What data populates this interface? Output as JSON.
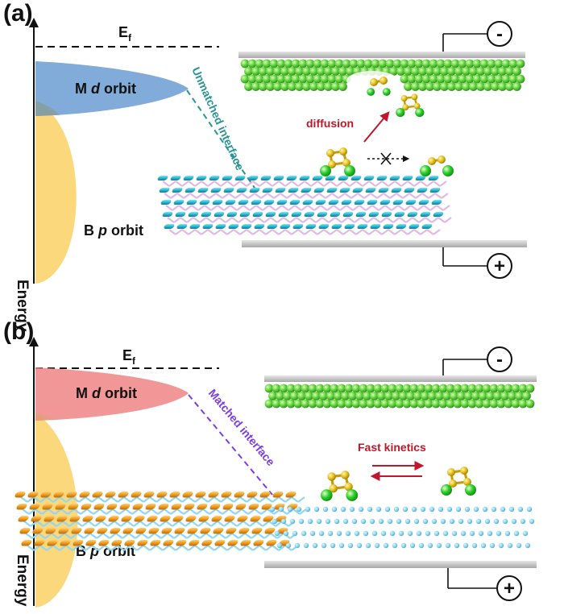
{
  "panels": [
    {
      "label": "(a)",
      "fermi_label": "E",
      "fermi_sub": "f",
      "d_orbit": {
        "prefix": "M ",
        "italic": "d",
        "suffix": " orbit",
        "color": "#6f9fd4"
      },
      "p_orbit": {
        "prefix": "B ",
        "italic": "p",
        "suffix": " orbit",
        "color": "#fbd46e"
      },
      "axis_label": "Energy",
      "interface_label": "Unmatched interface",
      "interface_color": "#2a9494",
      "annotation": "diffusion",
      "electrode_top_sign": "-",
      "electrode_bottom_sign": "+",
      "substrate": {
        "rod_color": "#27b6cf",
        "link_color": "#e2b8e6"
      }
    },
    {
      "label": "(b)",
      "fermi_label": "E",
      "fermi_sub": "f",
      "d_orbit": {
        "prefix": "M ",
        "italic": "d",
        "suffix": " orbit",
        "color": "#f08585"
      },
      "p_orbit": {
        "prefix": "B ",
        "italic": "p",
        "suffix": " orbit",
        "color": "#fbd46e"
      },
      "axis_label": "Energy",
      "interface_label": "Matched interface",
      "interface_color": "#7a3de6",
      "annotation": "Fast kinetics",
      "electrode_top_sign": "-",
      "electrode_bottom_sign": "+",
      "substrate": {
        "rod_color": "#f09a1c",
        "link_color": "#8fd7f2"
      }
    }
  ]
}
